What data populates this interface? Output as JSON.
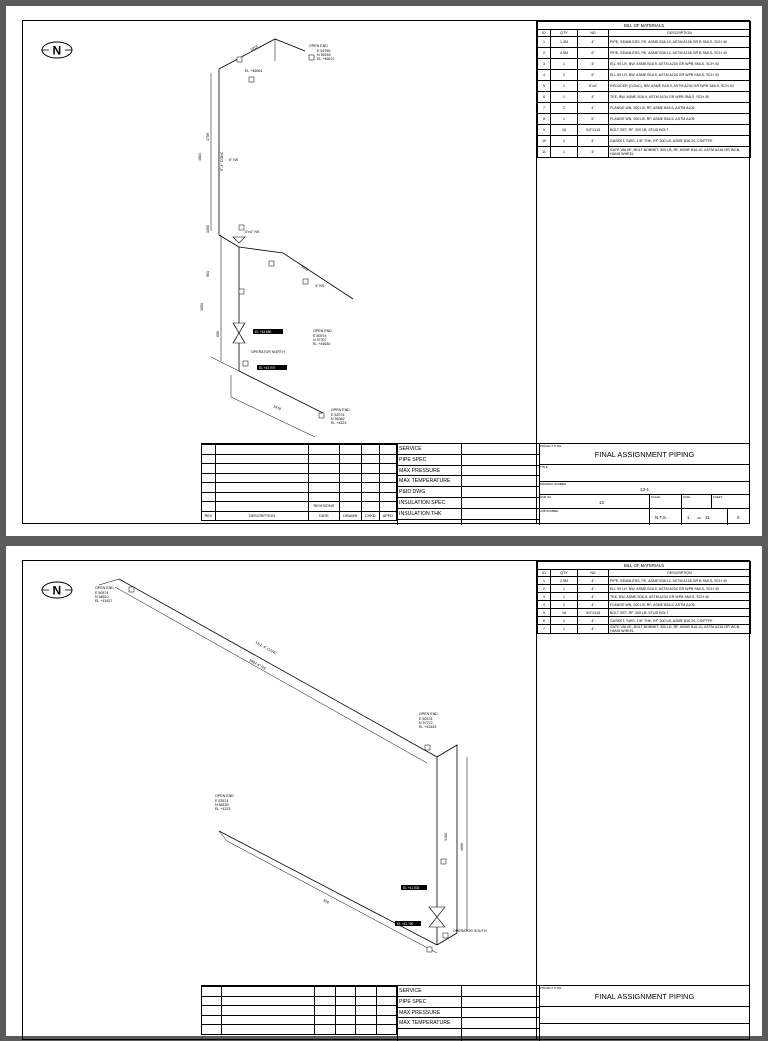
{
  "sheet1": {
    "bom": {
      "title": "BILL OF MATERIALS",
      "headers": [
        "ID",
        "QTY",
        "ND",
        "DESCRIPTION"
      ],
      "rows": [
        [
          "1",
          "1.3M",
          "4\"",
          "PIPE, SEAMLESS, PE, ASME B36.10, ASTM A106 GR B SMLS, SCH 40"
        ],
        [
          "2",
          "4.9M",
          "6\"",
          "PIPE, SEAMLESS, PE, ASME B36.10, ASTM A106 GR B SMLS, SCH 40"
        ],
        [
          "3",
          "1",
          "4\"",
          "ELL 90 LR, BW, ASME B16.9, ASTM A234 GR WPB SMLS, SCH 40"
        ],
        [
          "4",
          "2",
          "6\"",
          "ELL 90 LR, BW, ASME B16.9, ASTM A234 GR WPB SMLS, SCH 40"
        ],
        [
          "5",
          "1",
          "6\"x4\"",
          "REDUCER (CONC), BW, ASME B16.9, ASTM A234 GR WPB SMLS, SCH 40"
        ],
        [
          "6",
          "1",
          "4\"",
          "TEE, BW, ASME B16.9, ASTM A234 GR WPB SMLS, SCH 40"
        ],
        [
          "7",
          "2",
          "4\"",
          "FLANGE WN, 300 LB, RF, ASME B16.5, ASTM A105"
        ],
        [
          "8",
          "1",
          "6\"",
          "FLANGE WN, 300 LB, RF, ASME B16.5, ASTM A105"
        ],
        [
          "9",
          "16",
          "3/4\"X115",
          "BOLT SET, RF, 300 LB, STUD BOLT"
        ],
        [
          "10",
          "2",
          "4\"",
          "GASKET, SWG, 1/8\" THK, RF, 300 LB, ASME B16.20, CS/PTFE"
        ],
        [
          "11",
          "1",
          "4\"",
          "GATE VALVE, BOLT BONNET, 300 LB, RF, ASME B16.10, ASTM A216 GR WCB, HAND WHEEL"
        ]
      ]
    },
    "labels": {
      "open_end_top": "OPEN END",
      "oe_top_e": "E 53765",
      "oe_top_n": "N 55253",
      "oe_top_el": "EL +46670",
      "el_1": "EL +46061",
      "dim_1": "1019",
      "dim_2": "4759",
      "dim_3": "4884",
      "dim_4": "5\"-4\" CONC",
      "ns_1": "6\" NS",
      "dim_5": "1050",
      "ns_2": "6\"x4\" NS",
      "dim_6": "1650",
      "dim_7": "2551",
      "dim_8": "951",
      "ns_3": "4\" NS",
      "dim_9": "650",
      "tag_1": "EL +44,650",
      "operator_north": "OPERATOR NORTH",
      "tag_2": "EL +43,970",
      "open_end_mid": "OPEN END",
      "oe_mid_e": "E 50574",
      "oe_mid_n": "N 57307",
      "oe_mid_el": "EL +44630",
      "dim_10": "1978",
      "open_end_bot": "OPEN END",
      "oe_bot_e": "E 52074",
      "oe_bot_n": "N 56362",
      "oe_bot_el": "EL +4323"
    },
    "title_block": {
      "rev_headers": [
        "REV",
        "DESCRIPTION",
        "DATE",
        "DRAWN",
        "CHKD",
        "APPD"
      ],
      "rev_note": "REVISIONS",
      "service_labels": [
        "SERVICE",
        "PIPE SPEC",
        "MAX PRESSURE",
        "MAX TEMPERATURE",
        "P&ID DWG",
        "INSULATION SPEC",
        "INSULATION THK"
      ],
      "project_label": "PROJECT TITLE",
      "project_title": "FINAL ASSIGNMENT PIPING",
      "title_label": "TITLE",
      "drawing_label": "DRAWING NUMBER",
      "drawing_number": "13-1",
      "line_label": "LINE NO",
      "line_no": "13",
      "scale_label": "SCALE",
      "date_label": "DATE",
      "sheet_label": "SHEET",
      "job_label": "JOB NUMBER",
      "scale": "N.T.S.",
      "sheet_no": "1",
      "of": "OF",
      "sheet_total": "11",
      "rev_value": "0"
    }
  },
  "sheet2": {
    "bom": {
      "title": "BILL OF MATERIALS",
      "headers": [
        "ID",
        "QTY",
        "ND",
        "DESCRIPTION"
      ],
      "rows": [
        [
          "1",
          "2.9M",
          "4\"",
          "PIPE, SEAMLESS, PE, ASME B36.10, ASTM A106 GR B SMLS, SCH 40"
        ],
        [
          "2",
          "1",
          "4\"",
          "ELL 90 LR, BW, ASME B16.9, ASTM A234 GR WPB SMLS, SCH 40"
        ],
        [
          "3",
          "1",
          "4\"",
          "TEE, BW, ASME B16.9, ASTM A234 GR WPB SMLS, SCH 40"
        ],
        [
          "4",
          "3",
          "4\"",
          "FLANGE WN, 300 LB, RF, ASME B16.5, ASTM A105"
        ],
        [
          "5",
          "16",
          "3/4\"X115",
          "BOLT SET, RF, 300 LB, STUD BOLT"
        ],
        [
          "6",
          "2",
          "4\"",
          "GASKET, SWG, 1/8\" THK, RF, 300 LB, ASME B16.20, CS/PTFE"
        ],
        [
          "7",
          "1",
          "4\"",
          "GATE VALVE, BOLT BONNET, 300 LB, RF, ASME B16.10, ASTM A216 GR WCB, HAND WHEEL"
        ]
      ]
    },
    "labels": {
      "oe_tl": "OPEN END",
      "oe_tl_e": "E 50574",
      "oe_tl_n": "N 58510",
      "oe_tl_el": "EL +41827",
      "dim_long": "13-2, 4\" CONC",
      "dim_long2": "5804 4\" NS",
      "oe_tr": "OPEN END",
      "oe_tr_e": "E 50574",
      "oe_tr_n": "N 57272",
      "oe_tr_el": "EL +41833",
      "oe_l": "OPEN END",
      "oe_l_e": "E 53574",
      "oe_l_n": "N 58189",
      "oe_l_el": "EL +4323",
      "dim_v1": "1400",
      "dim_v2": "1600",
      "dim_bottom": "916",
      "tag_a": "EL +41,933",
      "tag_b": "EL +41,750",
      "operator_south": "OPERATOR SOUTH"
    },
    "title_block": {
      "service_labels": [
        "SERVICE",
        "PIPE SPEC",
        "MAX PRESSURE",
        "MAX TEMPERATURE"
      ],
      "project_label": "PROJECT TITLE",
      "project_title": "FINAL ASSIGNMENT PIPING"
    }
  }
}
